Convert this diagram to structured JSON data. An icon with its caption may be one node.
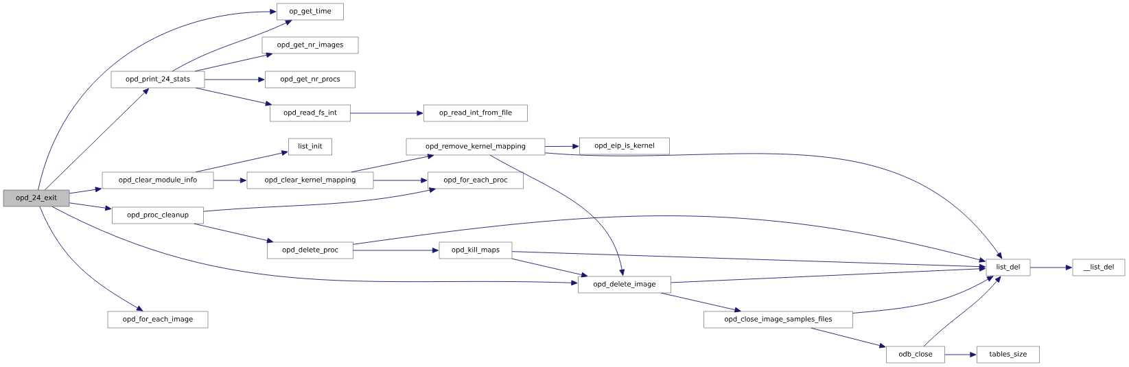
{
  "diagram": {
    "nodes": [
      {
        "text": [
          "opd_24_exit"
        ]
      },
      {
        "text": [
          "opd_print_24_stats"
        ]
      },
      {
        "text": [
          "opd_clear_module_info"
        ]
      },
      {
        "text": [
          "opd_proc_cleanup"
        ]
      },
      {
        "text": [
          "opd_for_each_image"
        ]
      },
      {
        "text": [
          "op_get_time"
        ]
      },
      {
        "text": [
          "opd_get_nr_images"
        ]
      },
      {
        "text": [
          "opd_get_nr_procs"
        ]
      },
      {
        "text": [
          "opd_read_fs_int"
        ]
      },
      {
        "text": [
          "list_init"
        ]
      },
      {
        "text": [
          "opd_clear_kernel_mapping"
        ]
      },
      {
        "text": [
          "opd_delete_proc"
        ]
      },
      {
        "text": [
          "op_read_int_from_file"
        ]
      },
      {
        "text": [
          "opd_remove_kernel_mapping"
        ]
      },
      {
        "text": [
          "opd_for_each_proc"
        ]
      },
      {
        "text": [
          "opd_kill_maps"
        ]
      },
      {
        "text": [
          "opd_eip_is_kernel"
        ]
      },
      {
        "text": [
          "opd_delete_image"
        ]
      },
      {
        "text": [
          "opd_close_image_samples_files"
        ]
      },
      {
        "text": [
          "odb_close"
        ]
      },
      {
        "text": [
          "list_del"
        ]
      },
      {
        "text": [
          "tables_size"
        ]
      },
      {
        "text": [
          "__list_del"
        ]
      }
    ],
    "edges": [
      {
        "from": 0,
        "to": 5,
        "arrow": "to"
      },
      {
        "from": 0,
        "to": 1,
        "arrow": "to"
      },
      {
        "from": 0,
        "to": 2,
        "arrow": "to"
      },
      {
        "from": 0,
        "to": 3,
        "arrow": "to"
      },
      {
        "from": 0,
        "to": 17,
        "arrow": "to"
      },
      {
        "from": 0,
        "to": 4,
        "arrow": "to"
      },
      {
        "from": 1,
        "to": 5,
        "arrow": "to"
      },
      {
        "from": 1,
        "to": 6,
        "arrow": "to"
      },
      {
        "from": 1,
        "to": 7,
        "arrow": "to"
      },
      {
        "from": 1,
        "to": 8,
        "arrow": "to"
      },
      {
        "from": 8,
        "to": 12,
        "arrow": "to"
      },
      {
        "from": 2,
        "to": 9,
        "arrow": "to"
      },
      {
        "from": 2,
        "to": 10,
        "arrow": "to"
      },
      {
        "from": 10,
        "to": 13,
        "arrow": "to"
      },
      {
        "from": 10,
        "to": 14,
        "arrow": "to"
      },
      {
        "from": 13,
        "to": 16,
        "arrow": "to"
      },
      {
        "from": 13,
        "to": 20,
        "arrow": "to"
      },
      {
        "from": 13,
        "to": 17,
        "arrow": "to"
      },
      {
        "from": 3,
        "to": 14,
        "arrow": "to"
      },
      {
        "from": 3,
        "to": 11,
        "arrow": "to"
      },
      {
        "from": 11,
        "to": 20,
        "arrow": "to"
      },
      {
        "from": 11,
        "to": 15,
        "arrow": "to"
      },
      {
        "from": 15,
        "to": 20,
        "arrow": "to"
      },
      {
        "from": 15,
        "to": 17,
        "arrow": "to"
      },
      {
        "from": 17,
        "to": 20,
        "arrow": "to"
      },
      {
        "from": 17,
        "to": 18,
        "arrow": "to"
      },
      {
        "from": 18,
        "to": 20,
        "arrow": "to"
      },
      {
        "from": 18,
        "to": 19,
        "arrow": "to"
      },
      {
        "from": 19,
        "to": 20,
        "arrow": "to"
      },
      {
        "from": 19,
        "to": 21,
        "arrow": "to"
      },
      {
        "from": 20,
        "to": 22,
        "arrow": "to"
      }
    ]
  }
}
